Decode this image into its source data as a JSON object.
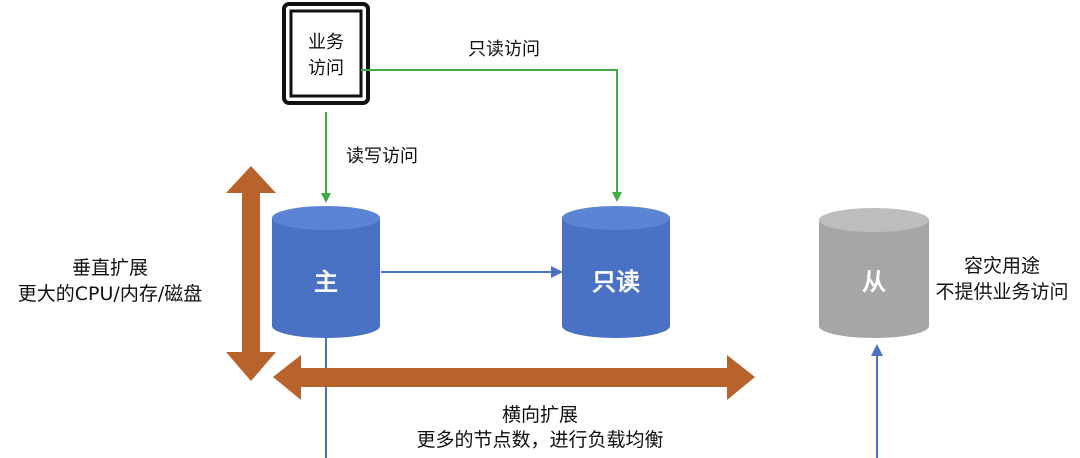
{
  "device": {
    "label_line1": "业务",
    "label_line2": "访问"
  },
  "edges": {
    "readonly_access": "只读访问",
    "readwrite_access": "读写访问"
  },
  "nodes": {
    "master": "主",
    "readonly": "只读",
    "slave": "从"
  },
  "vertical_scaling": {
    "line1": "垂直扩展",
    "line2": "更大的CPU/内存/磁盘"
  },
  "horizontal_scaling": {
    "line1": "横向扩展",
    "line2": "更多的节点数，进行负载均衡"
  },
  "slave_note": {
    "line1": "容灾用途",
    "line2": "不提供业务访问"
  },
  "colors": {
    "db_blue": "#4A72C4",
    "db_blue_top": "#5B84D4",
    "db_gray": "#A6A6A6",
    "db_gray_top": "#BDBDBD",
    "access_green": "#3DAE47",
    "link_blue": "#4A72C4",
    "scale_orange": "#B8632B"
  }
}
